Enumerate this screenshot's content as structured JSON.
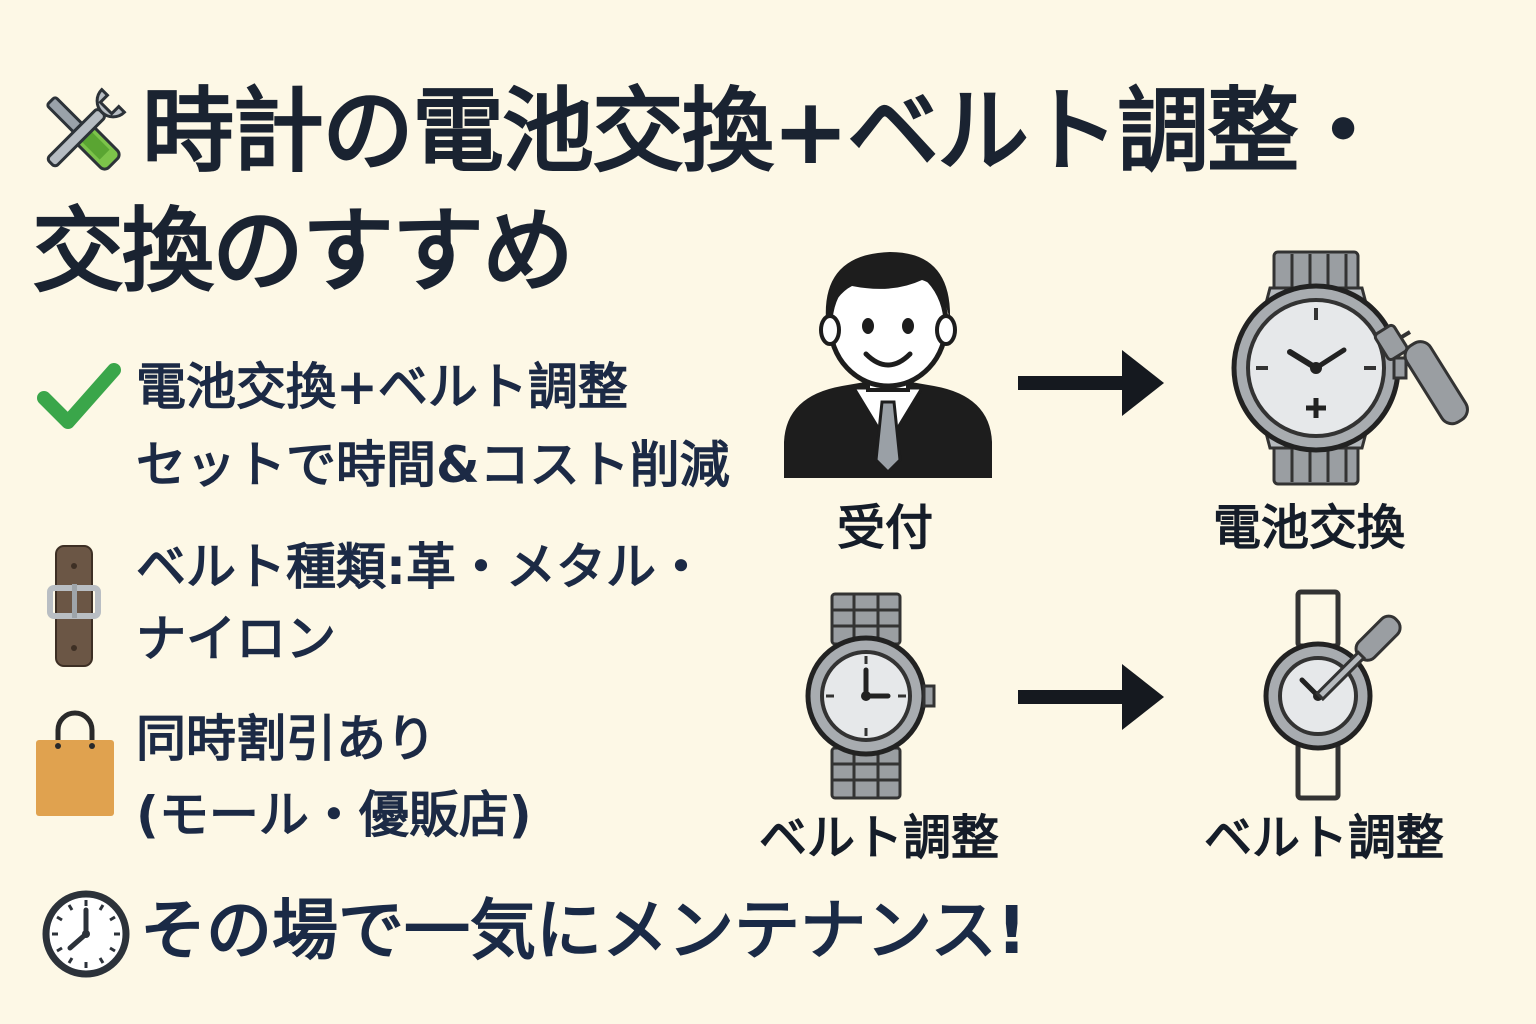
{
  "title": {
    "icon": "tools-icon",
    "line1": "時計の電池交換+ベルト調整・",
    "line2": "交換のすすめ"
  },
  "points": [
    {
      "icon": "check-mark-icon",
      "line1": "電池交換+ベルト調整",
      "line2": "セットで時間&コスト削減"
    },
    {
      "icon": "watch-strap-icon",
      "line1": "ベルト種類:革・メタル・",
      "line2": "ナイロン"
    },
    {
      "icon": "shopping-bag-icon",
      "line1": "同時割引あり",
      "line2": "(モール・優販店)"
    }
  ],
  "flow": {
    "reception": "受付",
    "battery": "電池交換",
    "belt_left": "ベルト調整",
    "belt_right": "ベルト調整"
  },
  "footer": {
    "icon": "clock-icon",
    "text": "その場で一気にメンテナンス!"
  },
  "colors": {
    "background": "#fdf8e6",
    "text": "#1a2331",
    "check": "#3aa64a",
    "bag": "#e0a24f",
    "strap": "#6b5645"
  }
}
